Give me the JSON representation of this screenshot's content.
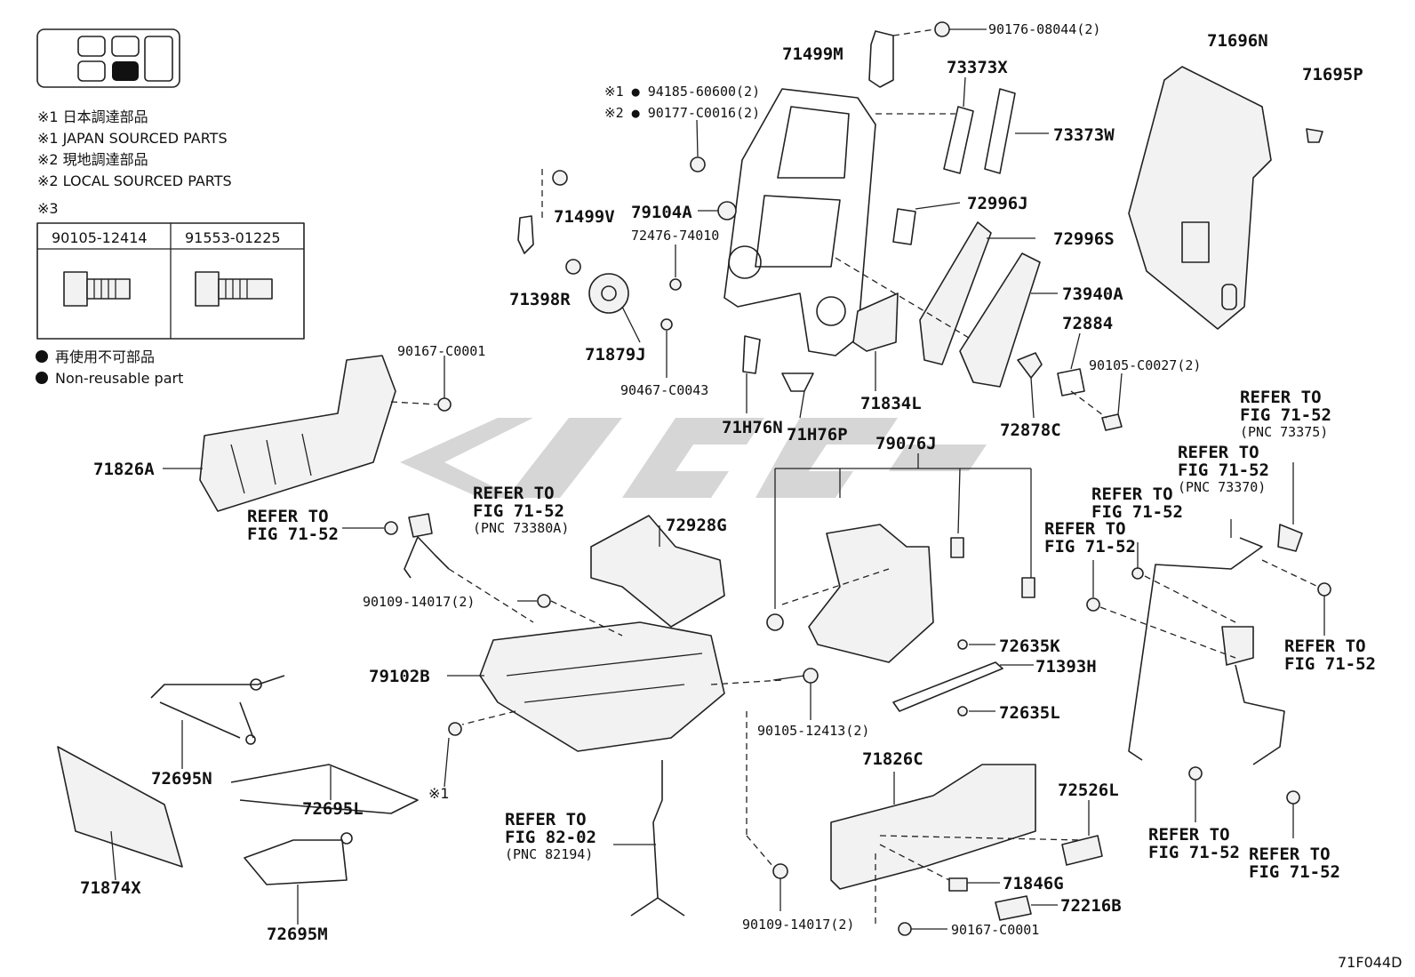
{
  "legend": {
    "note1_jp": "※1 日本調達部品",
    "note1_en": "※1 JAPAN SOURCED PARTS",
    "note2_jp": "※2 現地調達部品",
    "note2_en": "※2 LOCAL SOURCED PARTS",
    "note3": "※3",
    "bolt_table": [
      "90105-12414",
      "91553-01225"
    ],
    "nonreuse_jp": "再使用不可部品",
    "nonreuse_en": "Non-reusable part"
  },
  "labels": {
    "p71499M": "71499M",
    "p90176": "90176-08044(2)",
    "p71696N": "71696N",
    "p71695P": "71695P",
    "p73373X": "73373X",
    "p73373W": "73373W",
    "p94185": "※1 ● 94185-60600(2)",
    "p90177": "※2 ● 90177-C0016(2)",
    "p71499V": "71499V",
    "p79104A": "79104A",
    "p72476": "72476-74010",
    "p72996J": "72996J",
    "p72996S": "72996S",
    "p73940A": "73940A",
    "p71398R": "71398R",
    "p71879J": "71879J",
    "p90467": "90467-C0043",
    "p72884": "72884",
    "p90105c": "90105-C0027(2)",
    "p90167a": "90167-C0001",
    "p71H76N": "71H76N",
    "p71H76P": "71H76P",
    "p71834L": "71834L",
    "p72878C": "72878C",
    "p71826A": "71826A",
    "p79076J": "79076J",
    "p72928G": "72928G",
    "p79102B": "79102B",
    "p90109a": "90109-14017(2)",
    "p72635K": "72635K",
    "p71393H": "71393H",
    "p72635L": "72635L",
    "p90105b": "90105-12413(2)",
    "p71826C": "71826C",
    "p72526L": "72526L",
    "p71846G": "71846G",
    "p72216B": "72216B",
    "p90167b": "90167-C0001",
    "p90109b": "90109-14017(2)",
    "p72695N": "72695N",
    "p72695L": "72695L",
    "p72695M": "72695M",
    "p71874X": "71874X",
    "note_x1": "※1",
    "footer_code": "71F044D"
  },
  "refer": {
    "r1": [
      "REFER TO",
      "FIG 71-52"
    ],
    "r2": [
      "REFER TO",
      "FIG 71-52",
      "(PNC 73380A)"
    ],
    "r3": [
      "REFER TO",
      "FIG 82-02",
      "(PNC 82194)"
    ],
    "r4": [
      "REFER TO",
      "FIG 71-52",
      "(PNC 73375)"
    ],
    "r5": [
      "REFER TO",
      "FIG 71-52",
      "(PNC 73370)"
    ],
    "r6": [
      "REFER TO",
      "FIG 71-52"
    ],
    "r7": [
      "REFER TO",
      "FIG 71-52"
    ],
    "r8": [
      "REFER TO",
      "FIG 71-52"
    ],
    "r9": [
      "REFER TO",
      "FIG 71-52"
    ],
    "r10": [
      "REFER TO",
      "FIG 71-52"
    ]
  }
}
